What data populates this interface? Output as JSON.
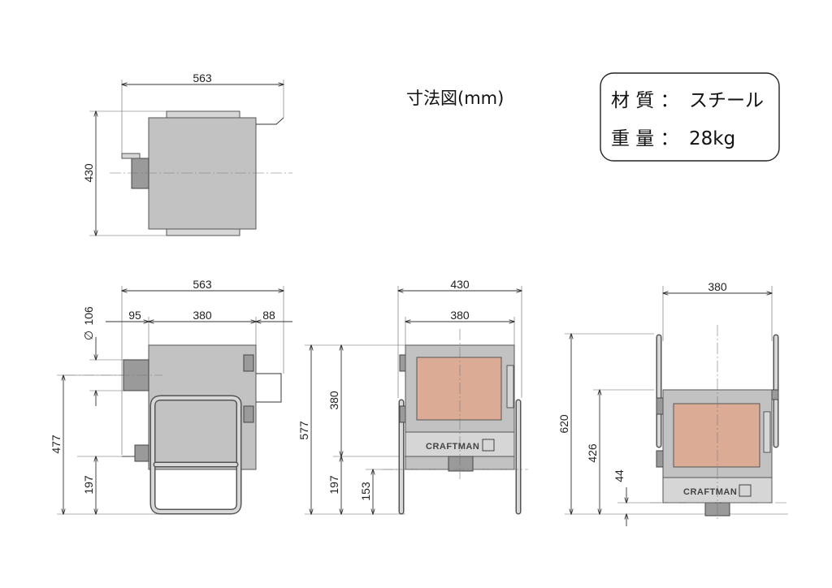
{
  "title": "寸法図(mm)",
  "specs": {
    "material_label": "材 質 ：",
    "material_value": "スチール",
    "weight_label": "重 量 ：",
    "weight_value": "28kg"
  },
  "brand": "CRAFTMAN",
  "top_view": {
    "width": "563",
    "depth": "430"
  },
  "side_view": {
    "total_width": "563",
    "pipe_diameter": "106",
    "left_offset": "95",
    "body_width": "380",
    "right_offset": "88",
    "pipe_height": "477",
    "leg_height": "197"
  },
  "front_view": {
    "outer_width": "430",
    "inner_width": "380",
    "body_height": "380",
    "total_height": "577",
    "leg_height": "197",
    "bottom_height": "153"
  },
  "raised_view": {
    "width": "380",
    "total_height": "620",
    "handle_height": "426",
    "bottom_offset": "44"
  },
  "colors": {
    "body": "#c2c2c2",
    "glass": "#dcab95",
    "line": "#333333"
  }
}
